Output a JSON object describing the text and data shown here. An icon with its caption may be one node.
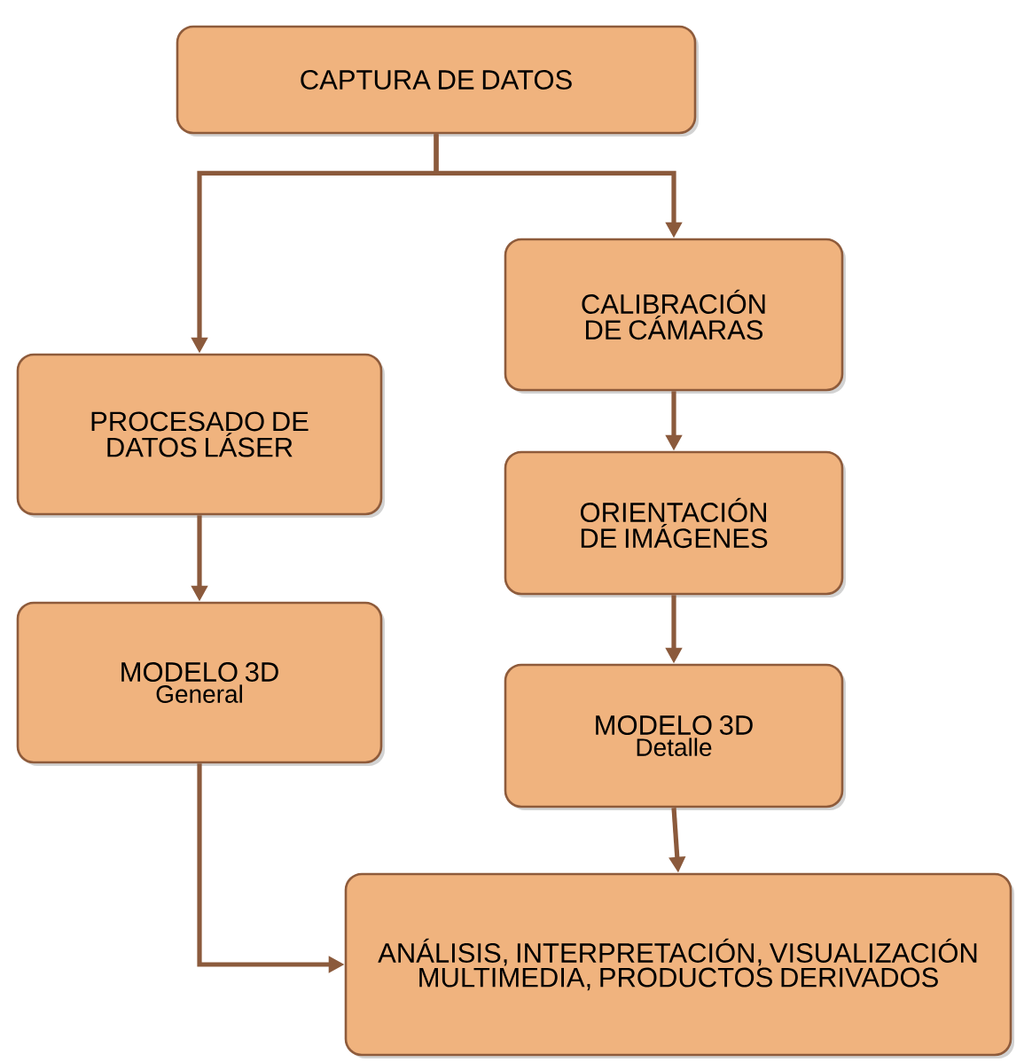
{
  "diagram": {
    "nodes": [
      {
        "text": [
          "CAPTURA DE DATOS"
        ]
      },
      {
        "text": [
          "CALIBRACIÓN DE CÁMARAS"
        ]
      },
      {
        "text": [
          "PROCESADO DE DATOS LÁSER"
        ]
      },
      {
        "text": [
          "ORIENTACIÓN DE IMÁGENES"
        ]
      },
      {
        "text": [
          "MODELO 3D",
          "General"
        ]
      },
      {
        "text": [
          "MODELO 3D",
          "Detalle"
        ]
      },
      {
        "text": [
          "ANÁLISIS, INTERPRETACIÓN, VISUALIZACIÓN MULTIMEDIA, PRODUCTOS DERIVADOS"
        ]
      }
    ],
    "edges": [
      {
        "from": 0,
        "to": 2,
        "arrow": "to"
      },
      {
        "from": 0,
        "to": 1,
        "arrow": "to"
      },
      {
        "from": 2,
        "to": 4,
        "arrow": "to"
      },
      {
        "from": 1,
        "to": 3,
        "arrow": "to"
      },
      {
        "from": 3,
        "to": 5,
        "arrow": "to"
      },
      {
        "from": 5,
        "to": 6,
        "arrow": "to"
      },
      {
        "from": 4,
        "to": 6,
        "arrow": "to"
      }
    ]
  }
}
